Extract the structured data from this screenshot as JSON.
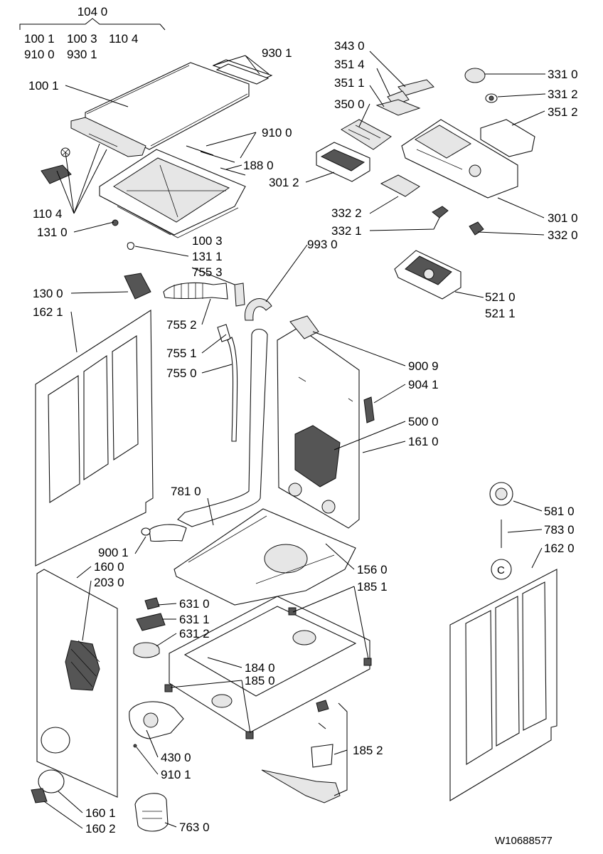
{
  "diagram": {
    "drawing_number": "W10688577",
    "labels": {
      "l1040": "104 0",
      "l1001a": "100 1",
      "l1003a": "100 3",
      "l1104a": "110 4",
      "l9100a": "910 0",
      "l9301a": "930 1",
      "l9301b": "930 1",
      "l1001b": "100 1",
      "l9100b": "910 0",
      "l1880": "188 0",
      "l1104b": "110 4",
      "l1310": "131 0",
      "l1003b": "100 3",
      "l1311": "131 1",
      "l7553": "755 3",
      "l3430": "343 0",
      "l3514": "351 4",
      "l3511": "351 1",
      "l3500": "350 0",
      "l3012": "301 2",
      "l3310": "331 0",
      "l3312": "331 2",
      "l3512": "351 2",
      "l3010": "301 0",
      "l3322": "332 2",
      "l3321": "332 1",
      "l3320": "332 0",
      "l9930": "993 0",
      "l5210": "521 0",
      "l5211": "521 1",
      "l1300": "130 0",
      "l1621": "162 1",
      "l7552": "755 2",
      "l7551": "755 1",
      "l7550": "755 0",
      "l9009": "900 9",
      "l9041": "904 1",
      "l5000": "500 0",
      "l1610": "161 0",
      "l7810": "781 0",
      "l5810": "581 0",
      "l7830": "783 0",
      "l1620": "162 0",
      "l9001": "900 1",
      "l1600": "160 0",
      "l2030": "203 0",
      "l1560": "156 0",
      "l1851": "185 1",
      "l6310": "631 0",
      "l6311": "631 1",
      "l6312": "631 2",
      "l1840": "184 0",
      "l1850": "185 0",
      "l4300": "430 0",
      "l9101": "910 1",
      "l1852": "185 2",
      "l1601": "160 1",
      "l1602": "160 2",
      "l7630": "763 0"
    }
  }
}
